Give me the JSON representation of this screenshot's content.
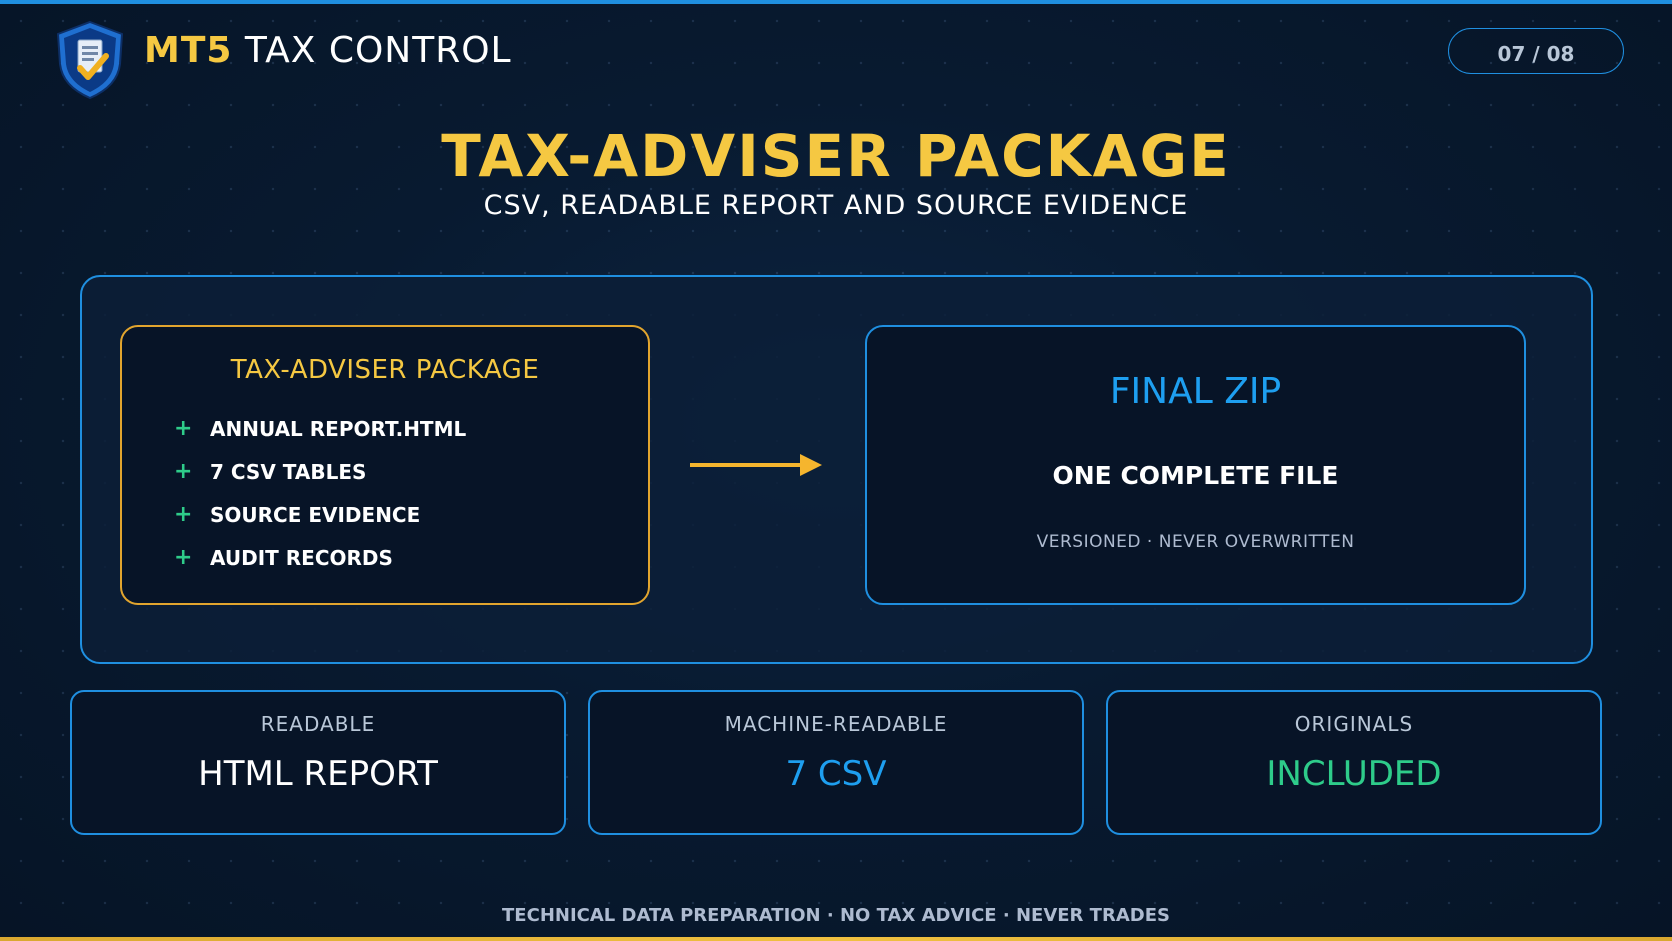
{
  "header": {
    "brand_accent": "MT5",
    "brand_rest": "TAX CONTROL",
    "page_indicator": "07 / 08"
  },
  "hero": {
    "title": "TAX-ADVISER PACKAGE",
    "subtitle": "CSV, READABLE REPORT AND SOURCE EVIDENCE"
  },
  "package": {
    "title": "TAX-ADVISER PACKAGE",
    "items": [
      {
        "label": "ANNUAL REPORT.HTML"
      },
      {
        "label": "7 CSV TABLES"
      },
      {
        "label": "SOURCE EVIDENCE"
      },
      {
        "label": "AUDIT RECORDS"
      }
    ],
    "bullet": "+"
  },
  "output": {
    "title": "FINAL ZIP",
    "main": "ONE COMPLETE FILE",
    "note": "VERSIONED · NEVER OVERWRITTEN"
  },
  "cards": [
    {
      "label": "READABLE",
      "value": "HTML REPORT",
      "color": "#ffffff"
    },
    {
      "label": "MACHINE-READABLE",
      "value": "7 CSV",
      "color": "#1e9ff0"
    },
    {
      "label": "ORIGINALS",
      "value": "INCLUDED",
      "color": "#2ecc8a"
    }
  ],
  "footer": "TECHNICAL DATA PREPARATION · NO TAX ADVICE · NEVER TRADES",
  "colors": {
    "gold": "#f5c842",
    "blue": "#1f8fe0",
    "green": "#2ecc8a",
    "background": "#081a30"
  },
  "icons": {
    "logo": "shield-document-check-icon",
    "arrow": "arrow-right-icon"
  }
}
